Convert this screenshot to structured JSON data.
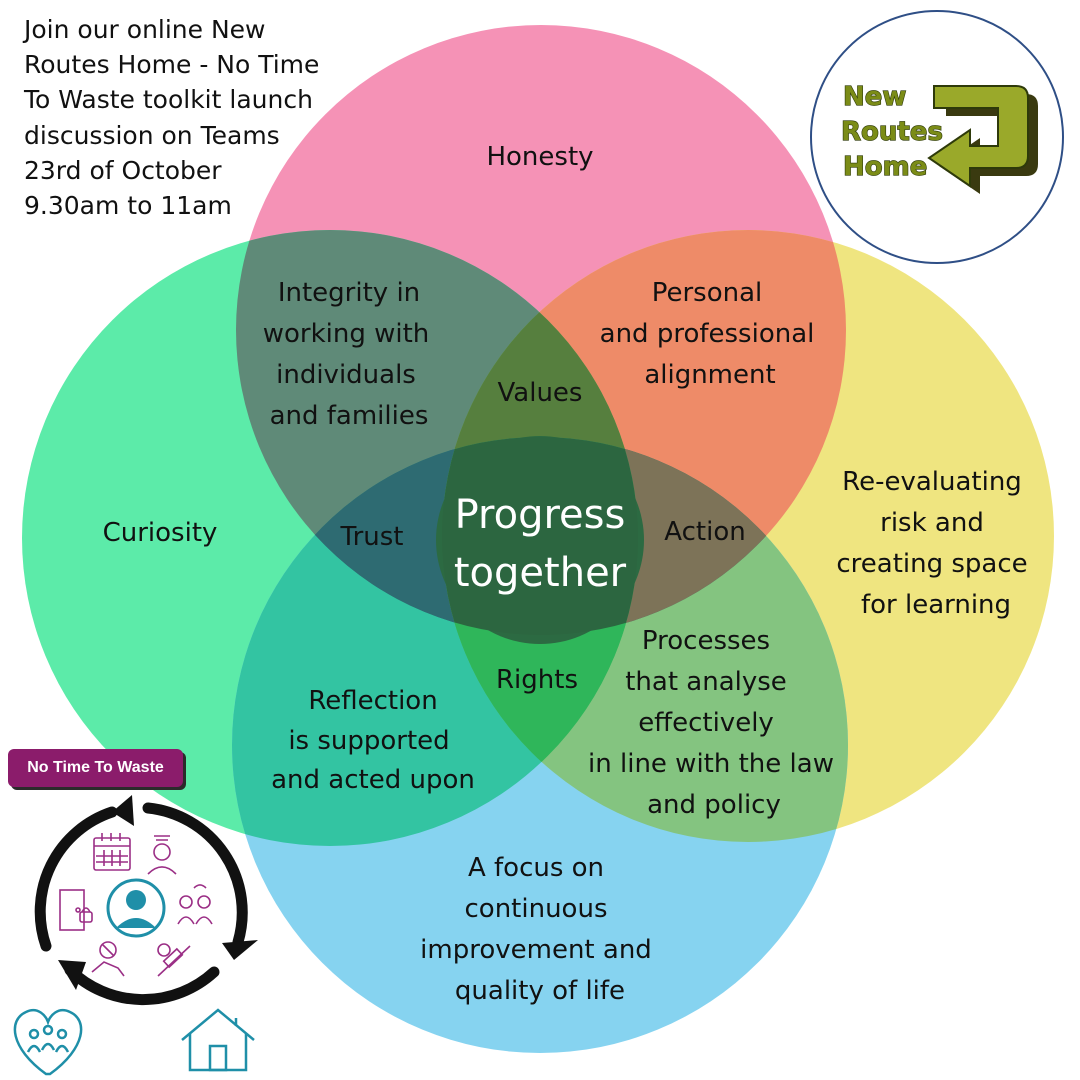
{
  "event_text": [
    "Join our online New",
    "Routes Home - No Time",
    "To Waste toolkit launch",
    "discussion on Teams",
    "23rd of October",
    "9.30am to 11am"
  ],
  "logo": {
    "lines": [
      "New",
      "Routes",
      "Home"
    ],
    "icon": "return-arrow-icon"
  },
  "badge": {
    "label": "No Time To Waste"
  },
  "colors": {
    "honesty": "#f48fb1",
    "curiosity": "#4fe8a6",
    "reevaluating": "#efe27a",
    "focus": "#7fcdf0",
    "center": "#2a5a3c",
    "logo_text": "#7b8c17"
  },
  "venn": {
    "center": [
      "Progress",
      "together"
    ],
    "circles": {
      "top": [
        "Honesty"
      ],
      "left": [
        "Curiosity"
      ],
      "right": [
        "Re-evaluating",
        "risk and",
        "creating space",
        "for learning"
      ],
      "bottom": [
        "A focus on",
        "continuous",
        "improvement and",
        "quality of life"
      ]
    },
    "pairs": {
      "top_left": [
        "Integrity in",
        "working with",
        "individuals",
        "and families"
      ],
      "top_right": [
        "Personal",
        "and professional",
        "alignment"
      ],
      "left_bottom": [
        "Reflection",
        "is supported",
        "and acted upon"
      ],
      "right_bottom": [
        "Processes",
        "that analyse",
        "effectively",
        "in line with the law",
        "and policy"
      ]
    },
    "triples": {
      "values": "Values",
      "trust": "Trust",
      "action": "Action",
      "rights": "Rights"
    }
  },
  "icons": [
    "calendar-icon",
    "person-stressed-icon",
    "person-avatar-icon",
    "door-lock-icon",
    "people-talking-icon",
    "hand-pill-icon",
    "syringe-icon",
    "heart-family-icon",
    "house-icon",
    "cycle-arrows-icon"
  ]
}
